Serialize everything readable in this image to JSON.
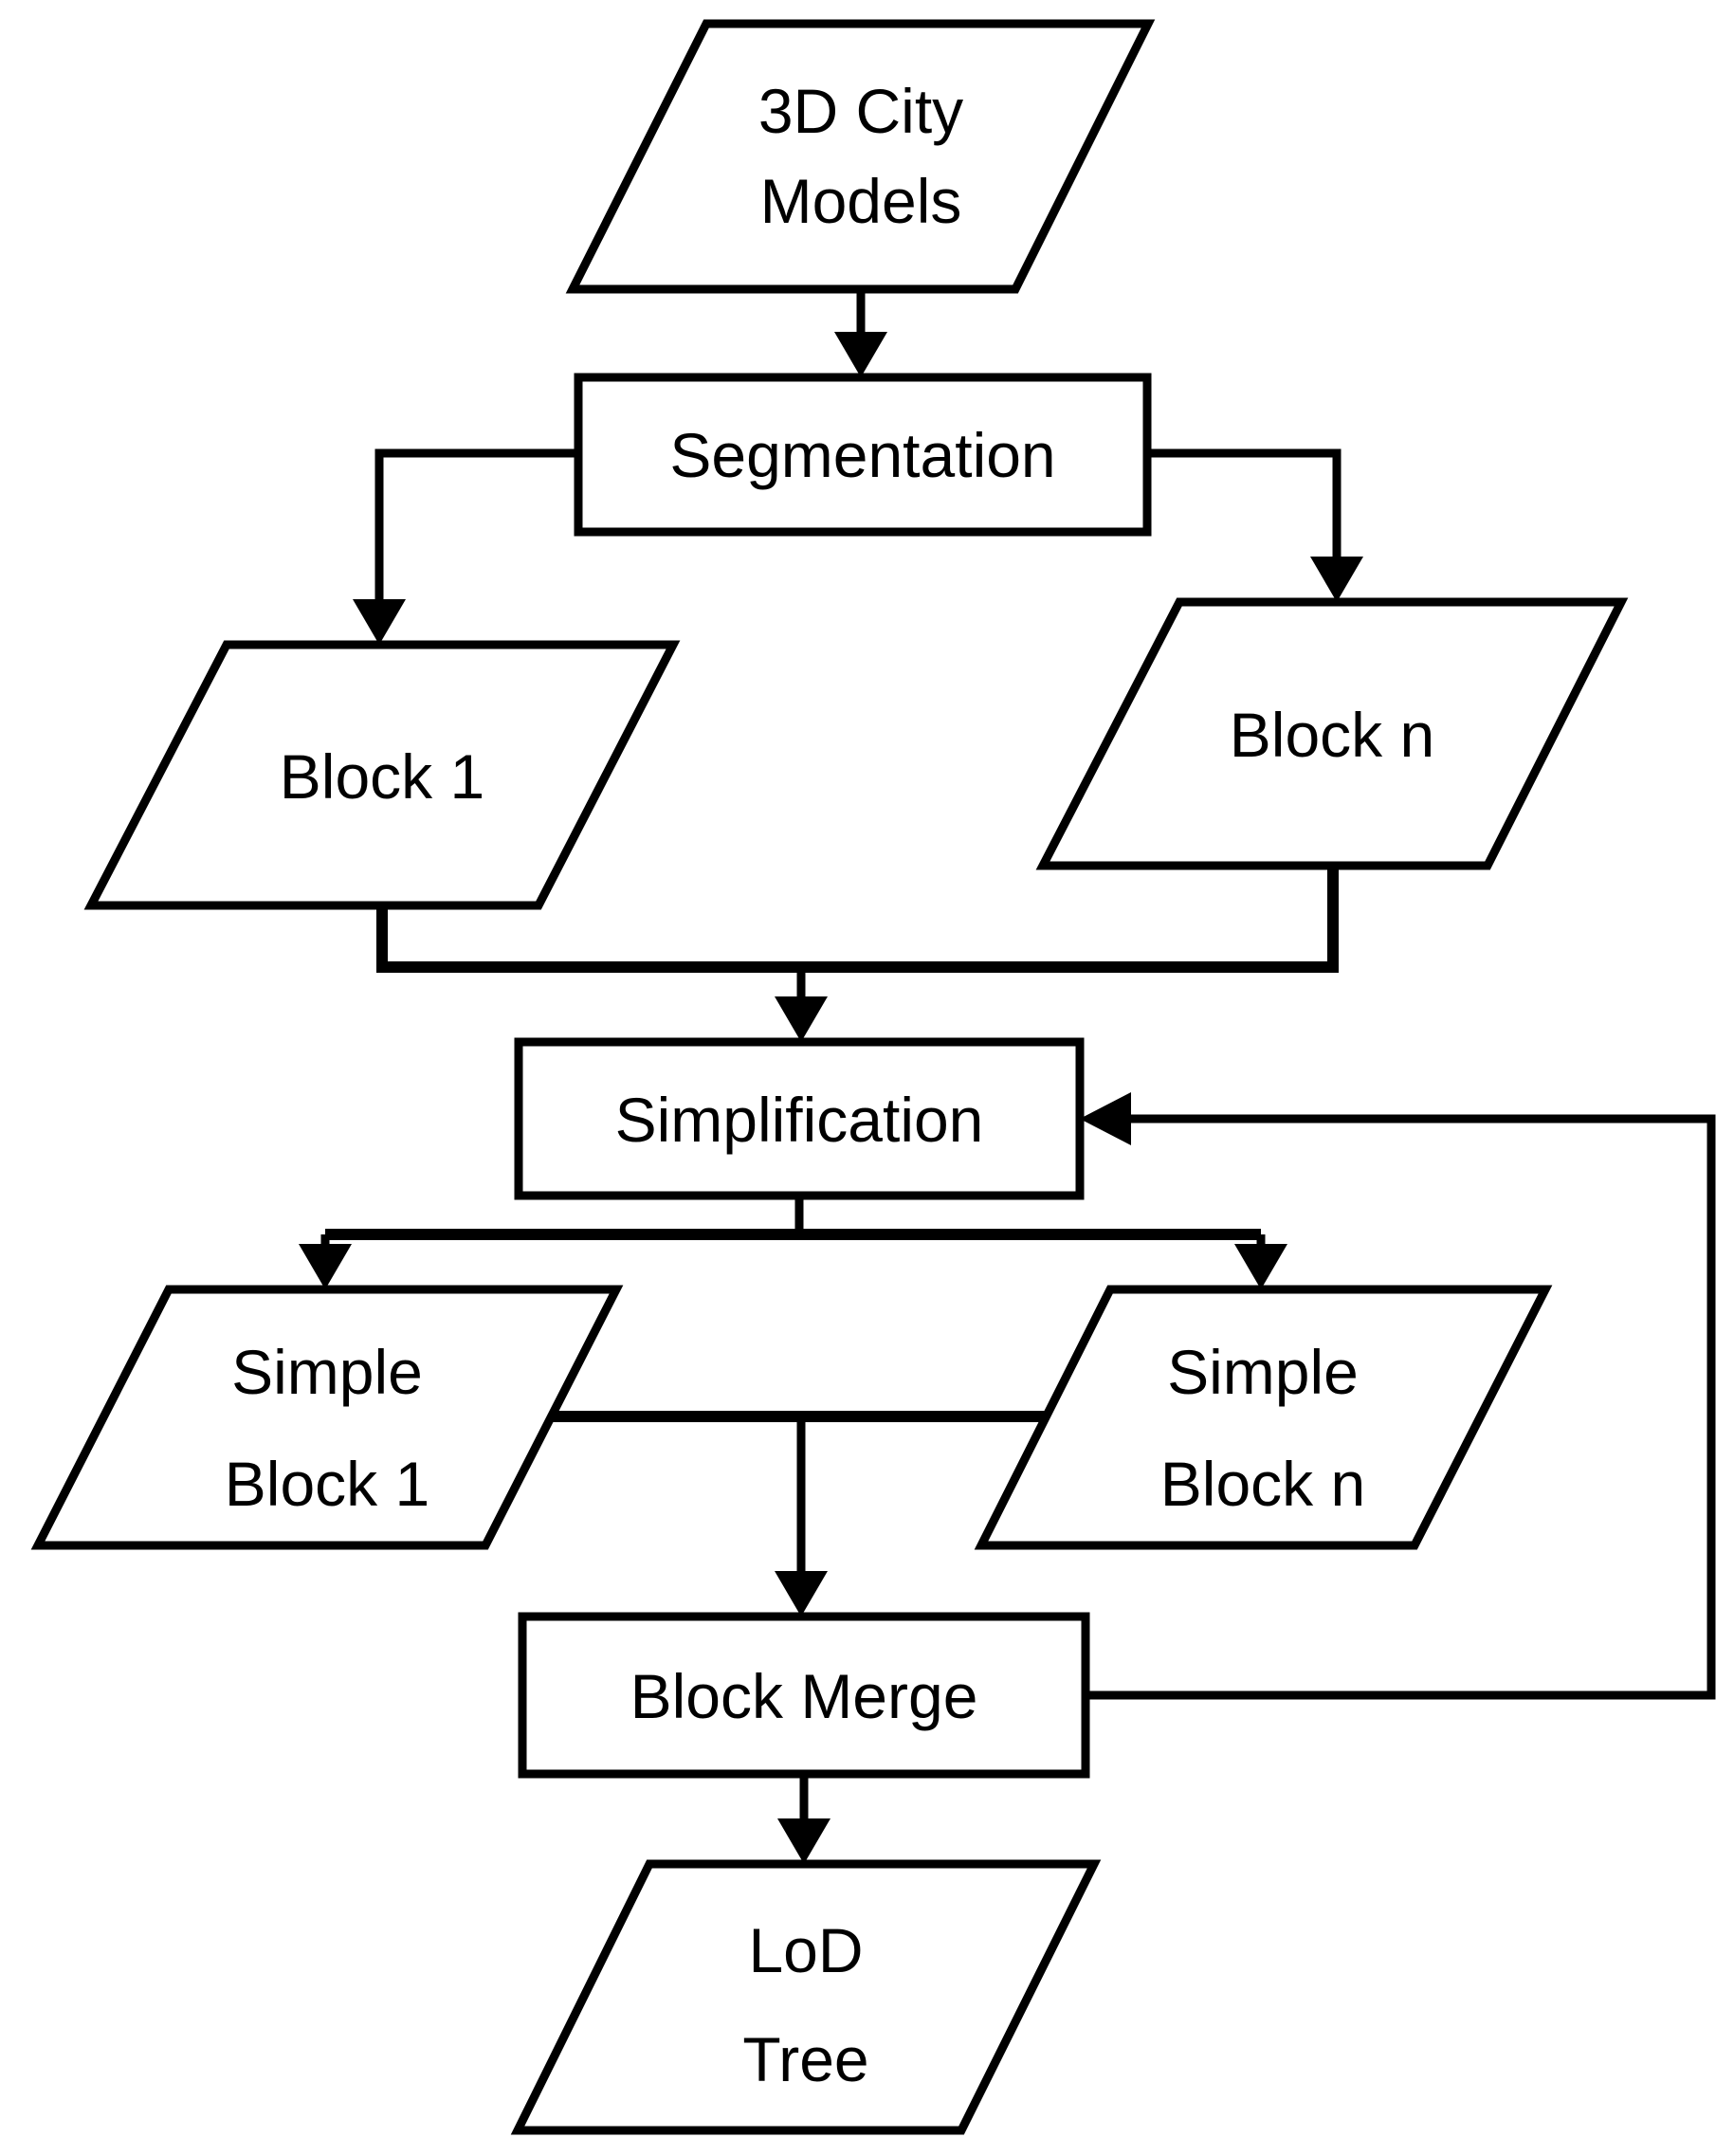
{
  "diagram": {
    "description": "LoD tree generation flowchart",
    "colors": {
      "stroke": "#000000",
      "shape_fill": "#ffffff",
      "background": "#ffffff"
    },
    "nodes": {
      "city_models": {
        "type": "data-parallelogram",
        "line1": "3D City",
        "line2": "Models"
      },
      "segmentation": {
        "type": "process-rect",
        "label": "Segmentation"
      },
      "block_1": {
        "type": "data-parallelogram",
        "label": "Block 1"
      },
      "block_n": {
        "type": "data-parallelogram",
        "label": "Block n"
      },
      "simplification": {
        "type": "process-rect",
        "label": "Simplification"
      },
      "simple_block_1": {
        "type": "data-parallelogram",
        "line1": "Simple",
        "line2": "Block 1"
      },
      "simple_block_n": {
        "type": "data-parallelogram",
        "line1": "Simple",
        "line2": "Block n"
      },
      "block_merge": {
        "type": "process-rect",
        "label": "Block Merge"
      },
      "lod_tree": {
        "type": "data-parallelogram",
        "line1": "LoD",
        "line2": "Tree"
      }
    }
  }
}
